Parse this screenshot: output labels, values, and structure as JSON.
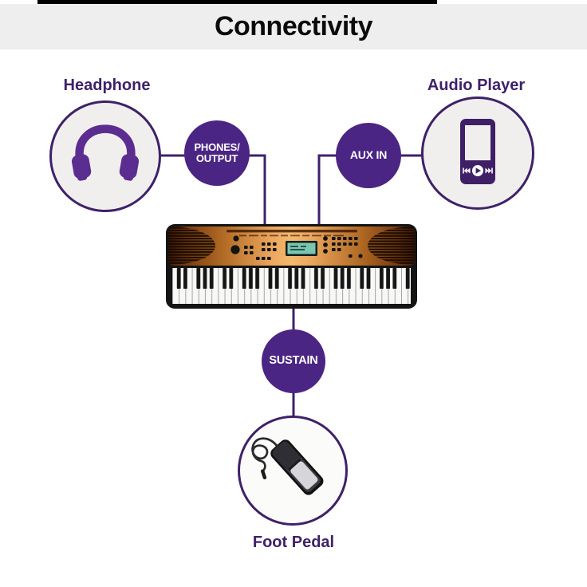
{
  "title": "Connectivity",
  "nodes": {
    "headphone": {
      "label": "Headphone",
      "icon": "headphones-icon"
    },
    "audio_player": {
      "label": "Audio Player",
      "icon": "mp3-player-icon"
    },
    "keyboard": {
      "icon": "keyboard-instrument-image"
    },
    "foot_pedal": {
      "label": "Foot Pedal",
      "icon": "foot-pedal-icon"
    }
  },
  "ports": {
    "phones_output": {
      "line1": "PHONES/",
      "line2": "OUTPUT"
    },
    "aux_in": {
      "label": "AUX IN"
    },
    "sustain": {
      "label": "SUSTAIN"
    }
  },
  "colors": {
    "title_band_bg": "#eeeeee",
    "title_text": "#0b0b0b",
    "purple_dark_text_stroke": "#3e2169",
    "port_badge_fill": "#4b2583",
    "port_badge_text": "#ffffff",
    "icon_purple": "#5c2d90",
    "device_circle_fill": "#f0efed",
    "connector_line": "#3e2169",
    "keyboard_wood": "#eca75e",
    "keyboard_frame": "#141414",
    "lcd_screen": "#7cc5ae"
  }
}
